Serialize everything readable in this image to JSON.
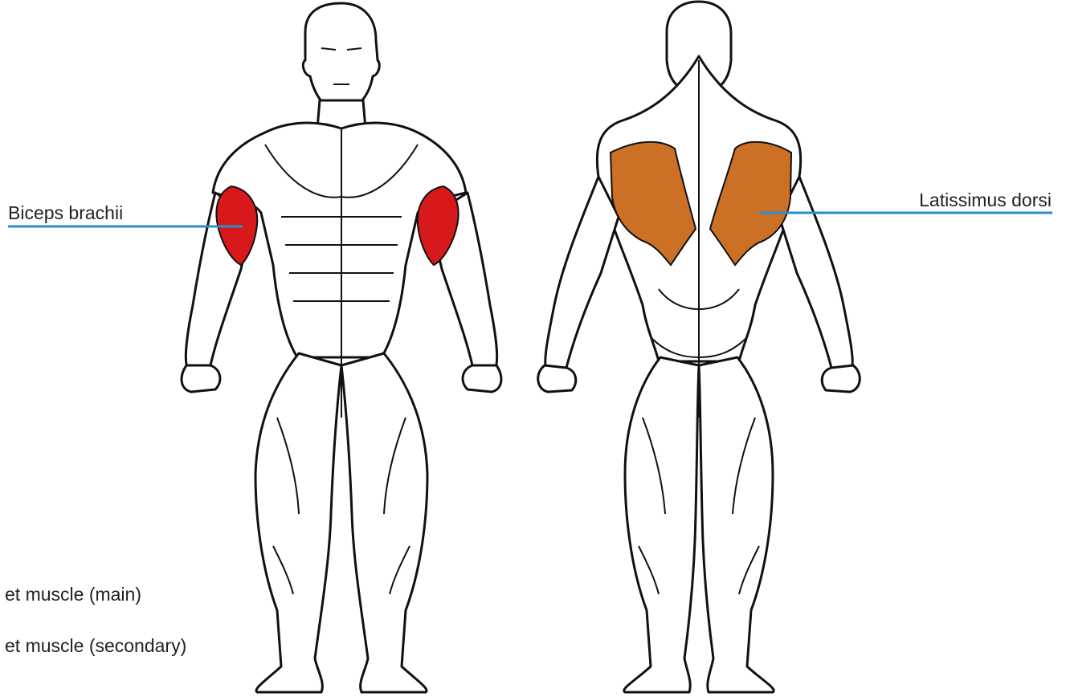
{
  "labels": {
    "biceps": "Biceps brachii",
    "lats": "Latissimus dorsi"
  },
  "legend": {
    "main": "et muscle (main)",
    "secondary": "et muscle (secondary)"
  },
  "colors": {
    "main_muscle": "#d7191c",
    "secondary_muscle": "#cc7026",
    "leader_line": "#2a8ec9",
    "outline": "#111111",
    "body_fill": "#ffffff"
  }
}
